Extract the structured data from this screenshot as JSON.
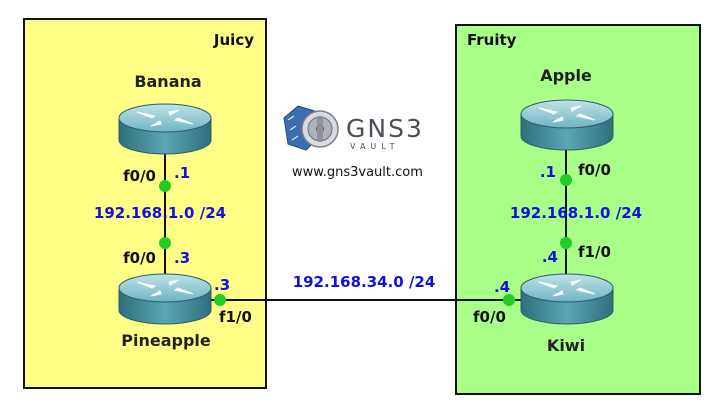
{
  "zones": [
    {
      "id": "juicy",
      "title": "Juicy",
      "fill": "#ffff88"
    },
    {
      "id": "fruity",
      "title": "Fruity",
      "fill": "#aaff88"
    }
  ],
  "routers": [
    {
      "id": "banana",
      "name": "Banana"
    },
    {
      "id": "pineapple",
      "name": "Pineapple"
    },
    {
      "id": "apple",
      "name": "Apple"
    },
    {
      "id": "kiwi",
      "name": "Kiwi"
    }
  ],
  "links": {
    "banana_pineapple": {
      "network": "192.168.1.0 /24",
      "a_if": "f0/0",
      "a_host": ".1",
      "b_if": "f0/0",
      "b_host": ".3"
    },
    "pineapple_kiwi": {
      "network": "192.168.34.0 /24",
      "a_if": "f1/0",
      "a_host": ".3",
      "b_if": "f0/0",
      "b_host": ".4"
    },
    "apple_kiwi": {
      "network": "192.168.1.0 /24",
      "a_if": "f0/0",
      "a_host": ".1",
      "b_if": "f1/0",
      "b_host": ".4"
    }
  },
  "logo": {
    "name": "GNS3",
    "sub": "VAULT",
    "url": "www.gns3vault.com"
  },
  "colors": {
    "link_dot": "#22cc22",
    "ip_text": "#1010e0",
    "router_body": "#4a9aa8"
  }
}
